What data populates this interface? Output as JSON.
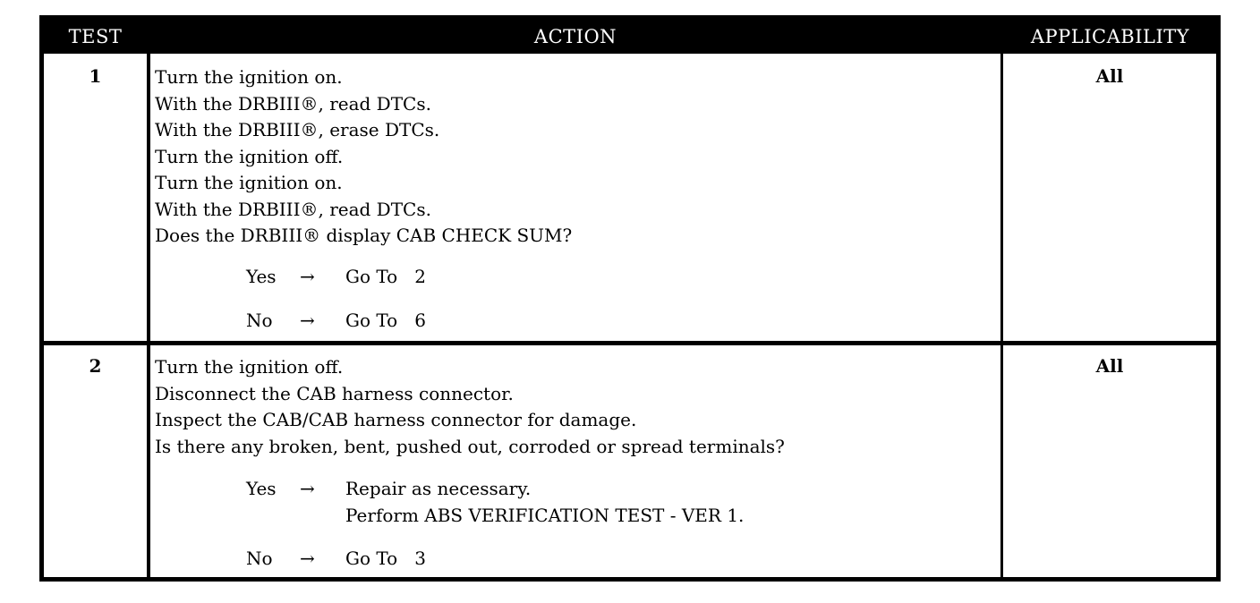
{
  "header": {
    "test": "TEST",
    "action": "ACTION",
    "applicability": "APPLICABILITY"
  },
  "rows": [
    {
      "test": "1",
      "applicability": "All",
      "steps": [
        "Turn the ignition on.",
        "With the DRBIII®, read DTCs.",
        "With the DRBIII®, erase DTCs.",
        "Turn the ignition off.",
        "Turn the ignition on.",
        "With the DRBIII®, read DTCs.",
        "Does the DRBIII® display CAB CHECK SUM?"
      ],
      "results": [
        {
          "answer": "Yes",
          "arrow": "→",
          "outcome": [
            "Go To   2"
          ]
        },
        {
          "answer": "No",
          "arrow": "→",
          "outcome": [
            "Go To   6"
          ]
        }
      ]
    },
    {
      "test": "2",
      "applicability": "All",
      "steps": [
        "Turn the ignition off.",
        "Disconnect the CAB harness connector.",
        "Inspect the CAB/CAB harness connector for damage.",
        "Is there any broken, bent, pushed out, corroded or spread terminals?"
      ],
      "results": [
        {
          "answer": "Yes",
          "arrow": "→",
          "outcome": [
            "Repair as necessary.",
            "Perform ABS VERIFICATION TEST - VER 1."
          ]
        },
        {
          "answer": "No",
          "arrow": "→",
          "outcome": [
            "Go To   3"
          ]
        }
      ]
    }
  ]
}
